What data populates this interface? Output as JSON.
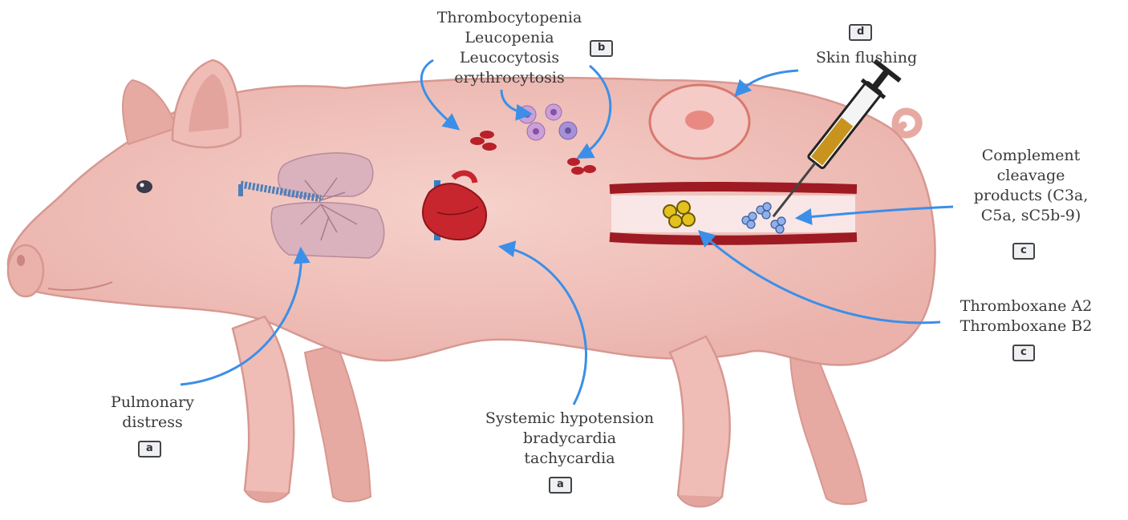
{
  "labels": {
    "blood": {
      "lines": [
        "Thrombocytopenia",
        "Leucopenia",
        "Leucocytosis",
        "erythrocytosis"
      ],
      "badge": "b"
    },
    "skin": {
      "badge": "d",
      "text": "Skin flushing"
    },
    "complement": {
      "lines": [
        "Complement",
        "cleavage",
        "products (C3a,",
        "C5a, sC5b-9)"
      ],
      "badge": "c"
    },
    "thromboxane": {
      "lines": [
        "Thromboxane A2",
        "Thromboxane B2"
      ],
      "badge": "c"
    },
    "pulmonary": {
      "lines": [
        "Pulmonary",
        "distress"
      ],
      "badge": "a"
    },
    "systemic": {
      "lines": [
        "Systemic hypotension",
        "bradycardia",
        "tachycardia"
      ],
      "badge": "a"
    }
  },
  "colors": {
    "pig_body": "#f2c1bb",
    "pig_outline": "#d79891",
    "arrow": "#3b8fe8",
    "vessel_wall": "#9e1b24",
    "rbc": "#b8202a",
    "platelet": "#e3c11e",
    "lung": "#c9a0b0",
    "trachea": "#4f7fb8",
    "heart": "#c8262e"
  }
}
